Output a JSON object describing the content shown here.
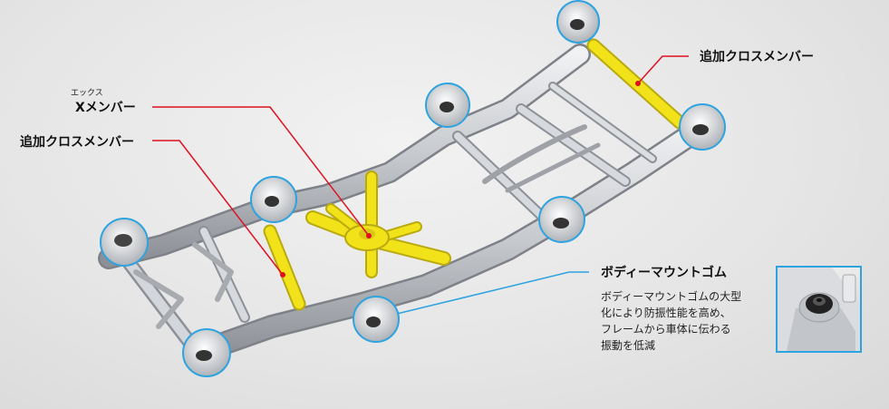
{
  "labels": {
    "x_member_ruby": "エックス",
    "x_member": "Xメンバー",
    "added_cross_member_left": "追加クロスメンバー",
    "added_cross_member_right": "追加クロスメンバー",
    "body_mount_title": "ボディーマウントゴム",
    "body_mount_desc": "ボディーマウントゴムの大型\n化により防振性能を高め、\nフレームから車体に伝わる\n振動を低減"
  },
  "colors": {
    "callout_red": "#e01020",
    "callout_blue": "#2da3df",
    "frame_silver": "#c9ccd0",
    "member_yellow": "#f2e21a"
  }
}
